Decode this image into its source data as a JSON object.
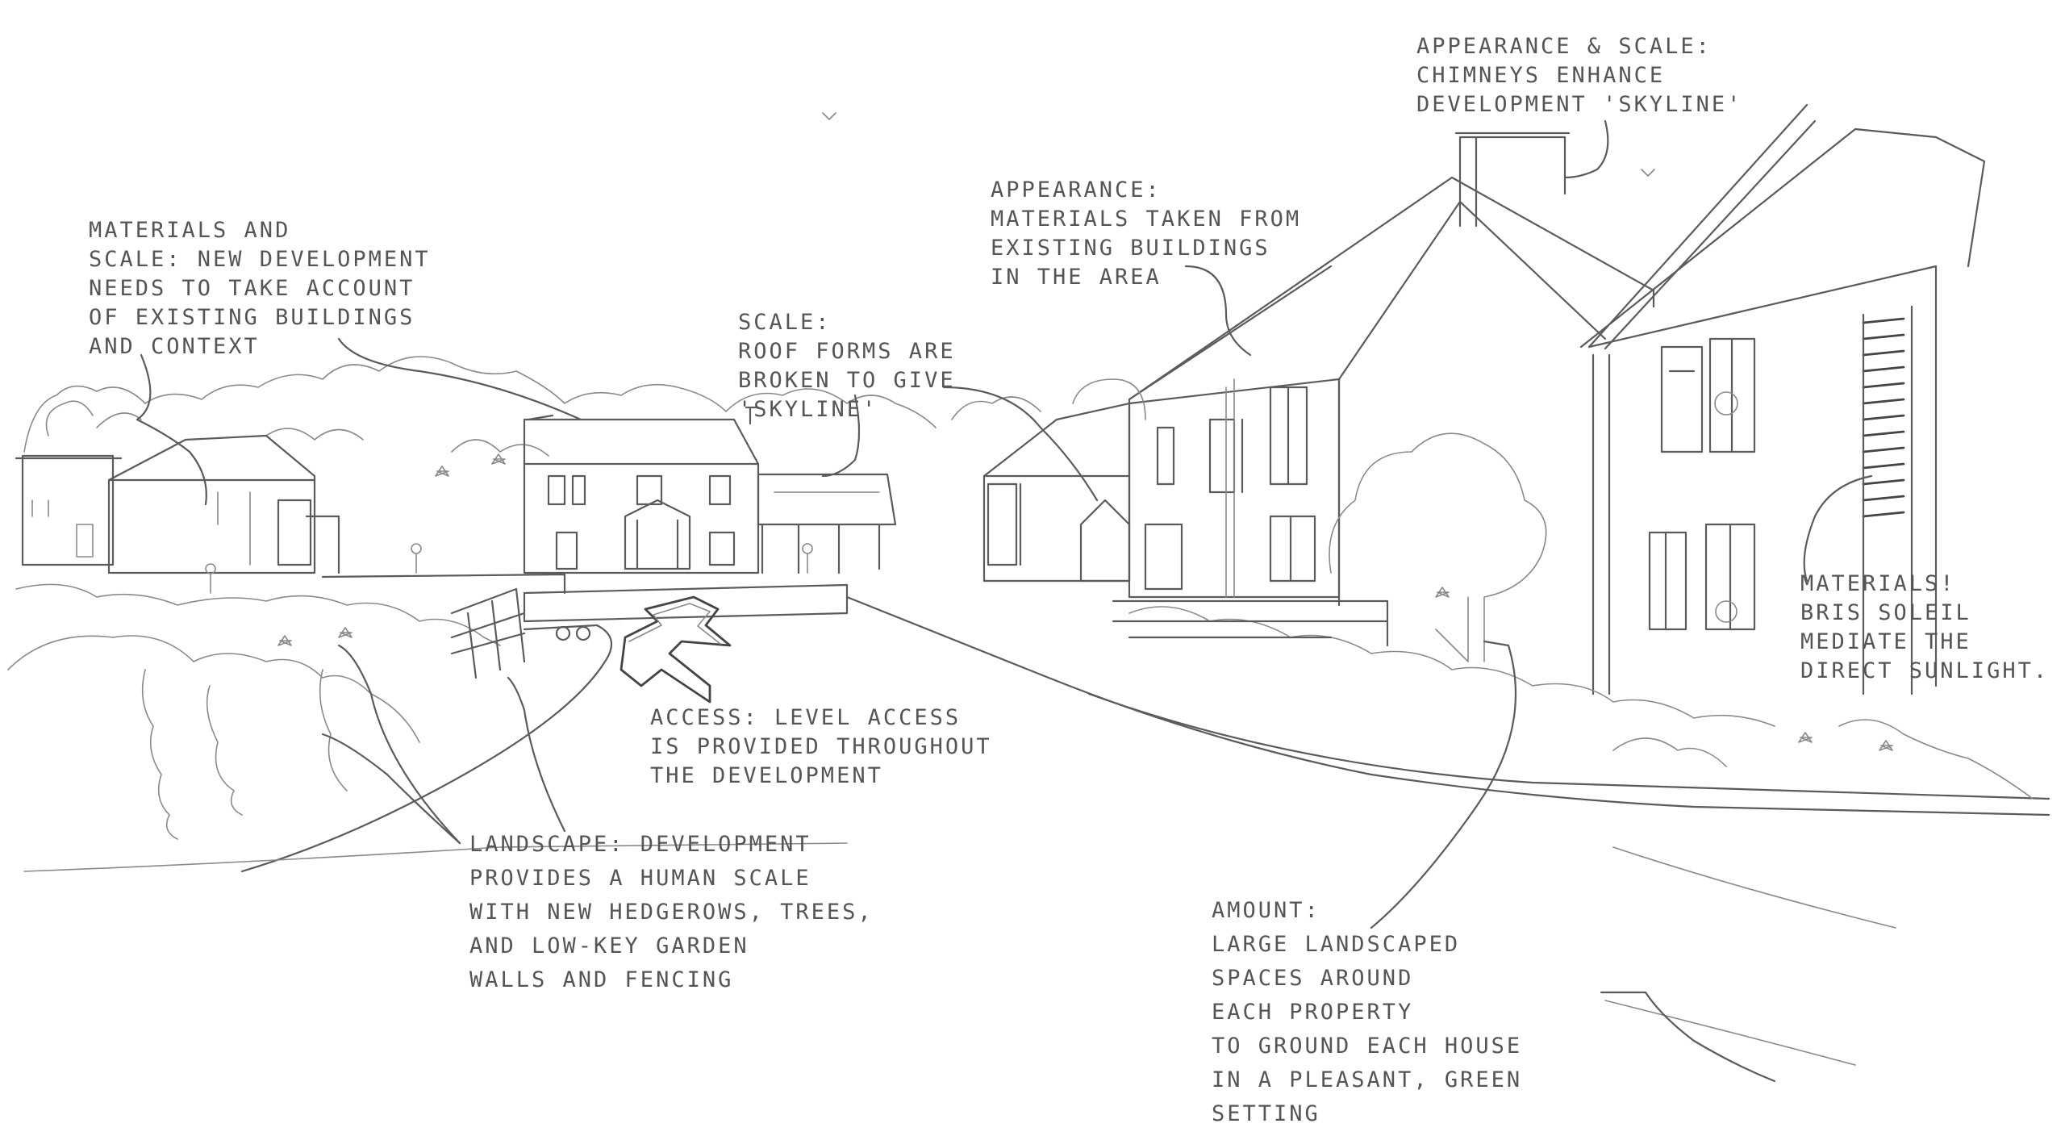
{
  "annotations": {
    "materials_scale": {
      "lines": [
        "MATERIALS AND",
        "SCALE: NEW DEVELOPMENT",
        "NEEDS TO TAKE ACCOUNT",
        "OF EXISTING BUILDINGS",
        "AND CONTEXT"
      ]
    },
    "scale_roofs": {
      "lines": [
        "SCALE:",
        "ROOF FORMS ARE",
        "BROKEN TO GIVE",
        "'SKYLINE'"
      ]
    },
    "appearance_materials": {
      "lines": [
        "APPEARANCE:",
        "MATERIALS TAKEN FROM",
        "EXISTING BUILDINGS",
        "IN THE AREA"
      ]
    },
    "appearance_chimneys": {
      "lines": [
        "APPEARANCE & SCALE:",
        "CHIMNEYS ENHANCE",
        "DEVELOPMENT 'SKYLINE'"
      ]
    },
    "materials_brise": {
      "lines": [
        "MATERIALS!",
        "BRIS SOLEIL",
        "MEDIATE THE",
        "DIRECT SUNLIGHT."
      ]
    },
    "access": {
      "lines": [
        "ACCESS: LEVEL ACCESS",
        "IS PROVIDED THROUGHOUT",
        "THE DEVELOPMENT"
      ]
    },
    "landscape": {
      "lines": [
        "LANDSCAPE: DEVELOPMENT",
        "PROVIDES A HUMAN SCALE",
        "WITH NEW HEDGEROWS, TREES,",
        "AND LOW-KEY GARDEN",
        "WALLS AND FENCING"
      ]
    },
    "amount": {
      "lines": [
        "AMOUNT:",
        "LARGE LANDSCAPED",
        "SPACES AROUND",
        "EACH PROPERTY",
        "TO GROUND EACH HOUSE",
        "IN A PLEASANT, GREEN",
        "SETTING"
      ]
    }
  }
}
